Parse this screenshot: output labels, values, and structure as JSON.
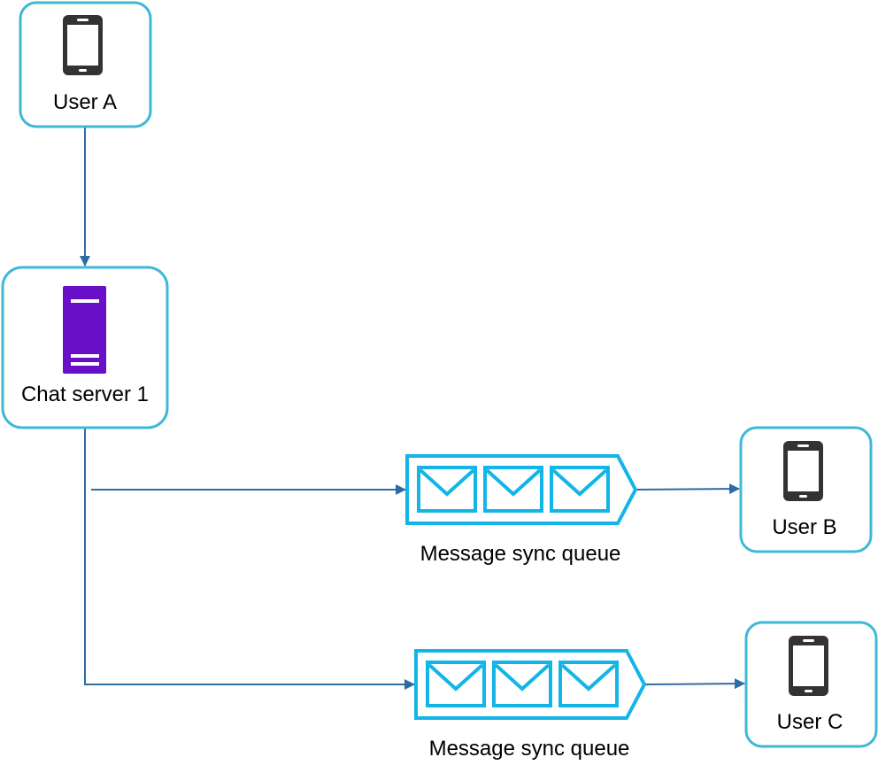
{
  "nodes": {
    "user_a": {
      "label": "User A"
    },
    "chat_server": {
      "label": "Chat server 1"
    },
    "user_b": {
      "label": "User B"
    },
    "user_c": {
      "label": "User C"
    }
  },
  "queues": {
    "queue_1": {
      "label": "Message sync queue"
    },
    "queue_2": {
      "label": "Message sync queue"
    }
  },
  "colors": {
    "box_border": "#3FB8D8",
    "edge": "#2E6BA4",
    "queue": "#12B5E8",
    "server": "#6A0FC8",
    "phone": "#333333"
  },
  "icons": {
    "user_device": "smartphone-icon",
    "server": "server-icon",
    "queue": "message-queue-icon"
  }
}
